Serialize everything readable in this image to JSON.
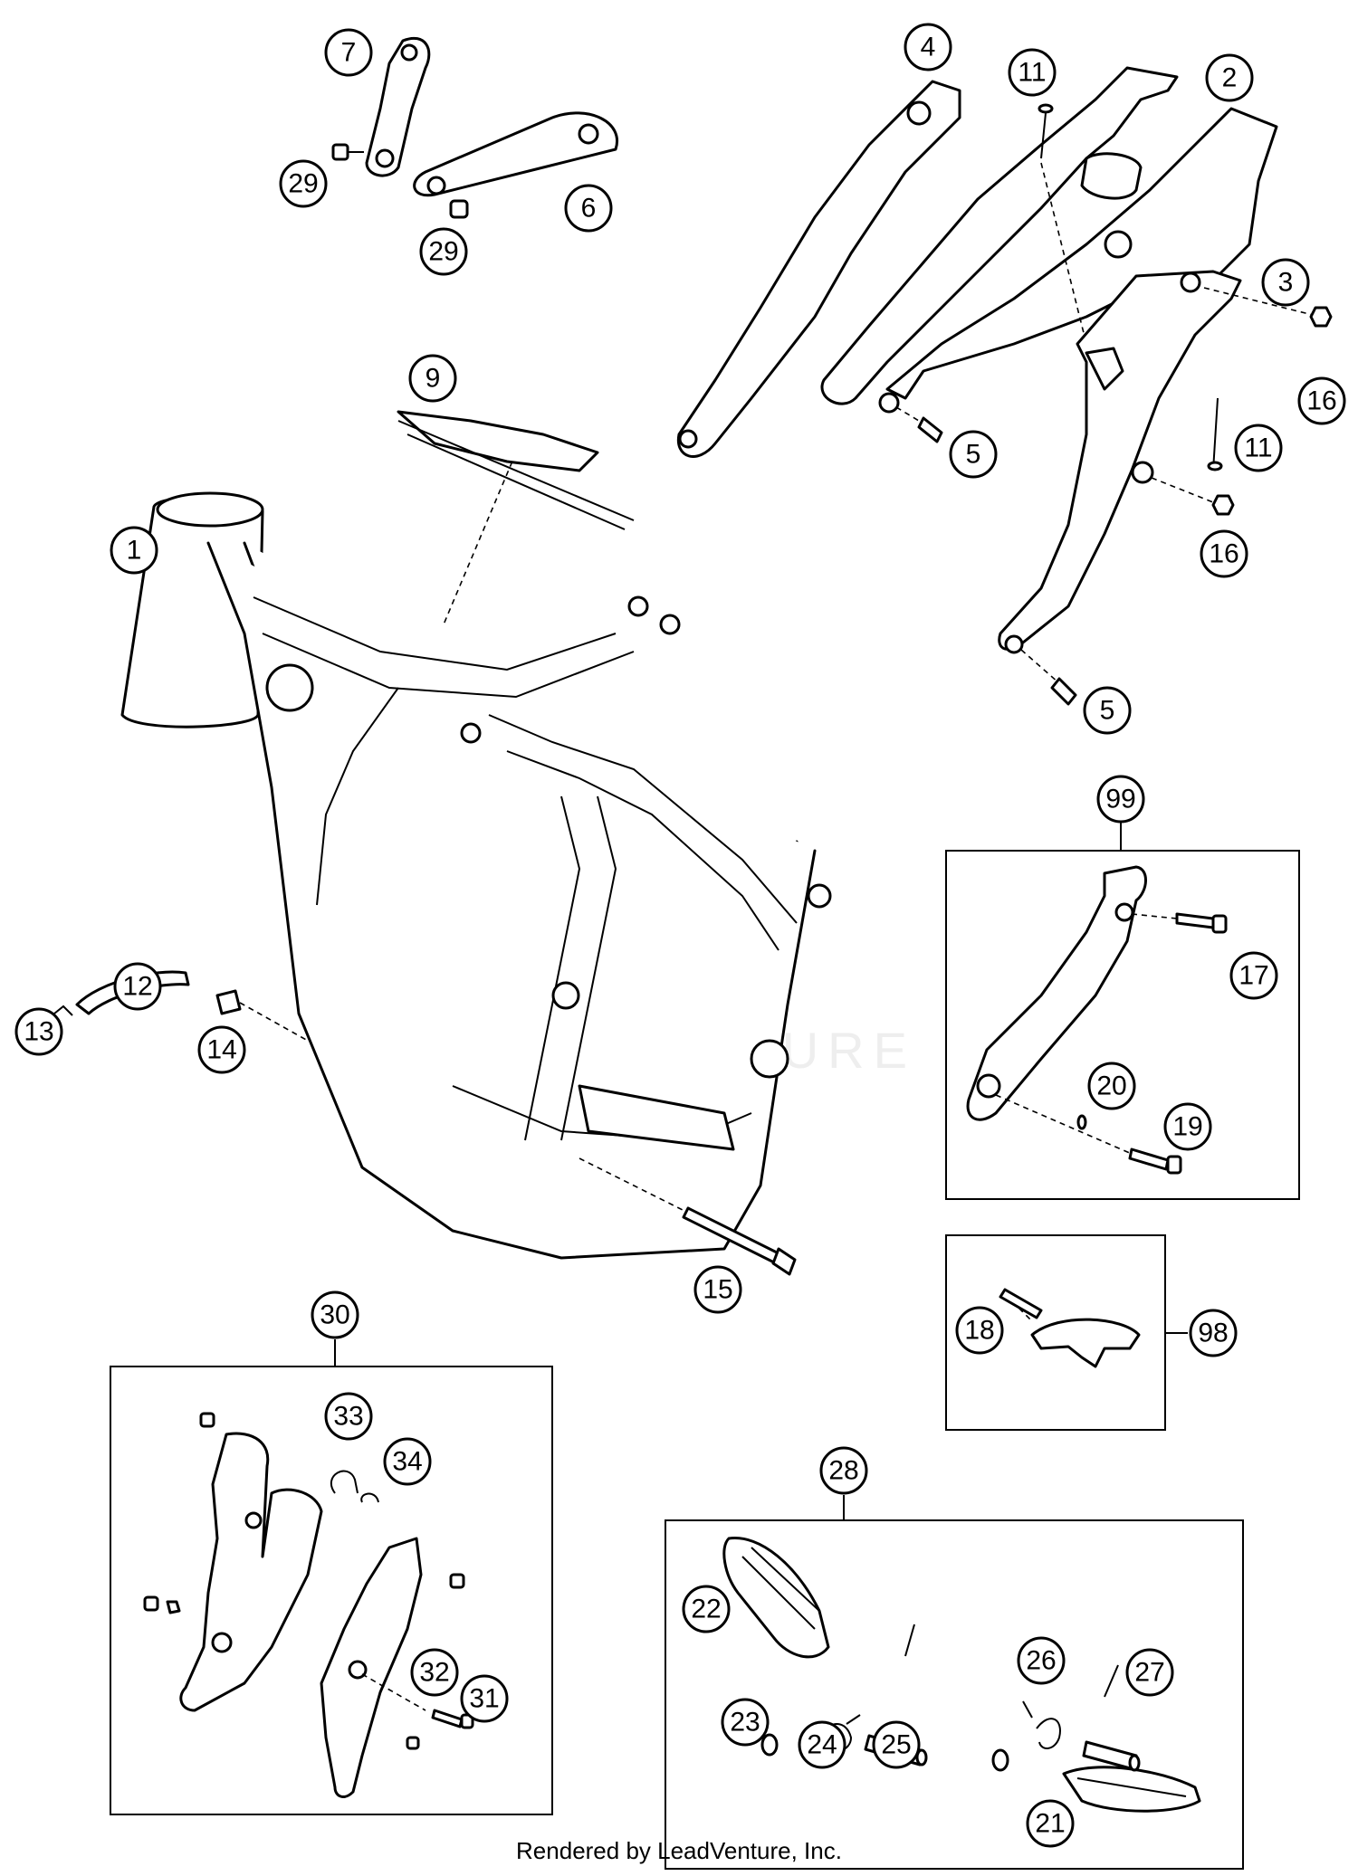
{
  "diagram": {
    "watermark": "LEADVENTURE",
    "footer": "Rendered by LeadVenture, Inc.",
    "callouts": [
      "1",
      "2",
      "3",
      "4",
      "5",
      "5",
      "6",
      "7",
      "9",
      "11",
      "11",
      "12",
      "13",
      "14",
      "15",
      "16",
      "16",
      "17",
      "18",
      "19",
      "20",
      "21",
      "22",
      "23",
      "24",
      "25",
      "26",
      "27",
      "28",
      "29",
      "29",
      "30",
      "31",
      "32",
      "33",
      "34",
      "98",
      "99"
    ]
  }
}
